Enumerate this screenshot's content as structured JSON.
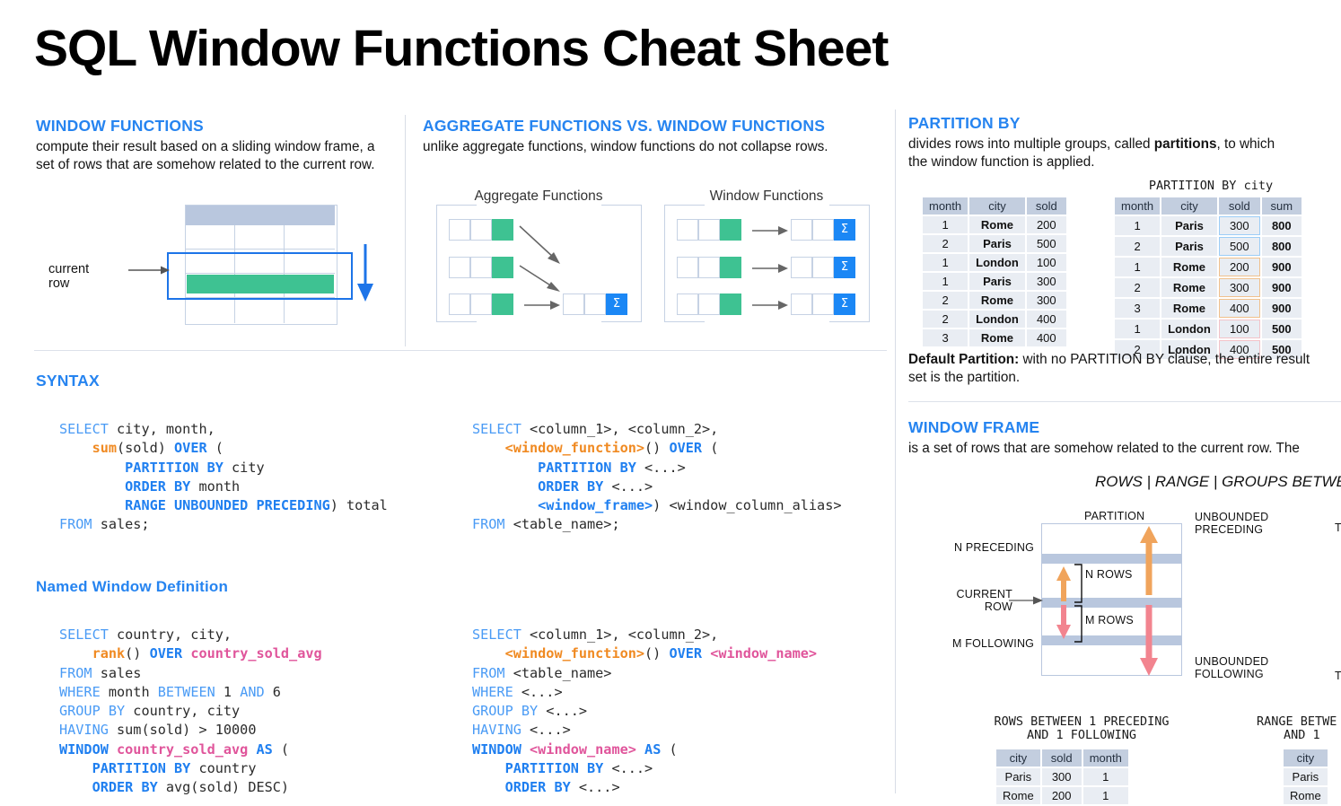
{
  "page": {
    "title": "SQL Window Functions Cheat Sheet"
  },
  "window_functions": {
    "heading": "WINDOW FUNCTIONS",
    "description": "compute their result based on a sliding window frame, a set of rows that are somehow related to the current row.",
    "diagram": {
      "current_row_label": "current row",
      "arrow": "down-arrow"
    }
  },
  "aggregate_vs_window": {
    "heading": "AGGREGATE FUNCTIONS VS. WINDOW FUNCTIONS",
    "description": "unlike aggregate functions, window functions do not collapse rows.",
    "panels": [
      {
        "title": "Aggregate Functions",
        "rows": 3,
        "result_rows": 1,
        "symbol": "Σ"
      },
      {
        "title": "Window Functions",
        "rows": 3,
        "result_rows": 3,
        "symbol": "Σ"
      }
    ]
  },
  "syntax": {
    "heading": "SYNTAX",
    "left_code": [
      [
        {
          "t": "SELECT ",
          "c": "kw"
        },
        {
          "t": "city, month,",
          "c": "pl"
        }
      ],
      [
        {
          "t": "    ",
          "c": "pl"
        },
        {
          "t": "sum",
          "c": "fn"
        },
        {
          "t": "(sold) ",
          "c": "pl"
        },
        {
          "t": "OVER",
          "c": "kwb"
        },
        {
          "t": " (",
          "c": "pl"
        }
      ],
      [
        {
          "t": "        ",
          "c": "pl"
        },
        {
          "t": "PARTITION BY",
          "c": "kwb"
        },
        {
          "t": " city",
          "c": "pl"
        }
      ],
      [
        {
          "t": "        ",
          "c": "pl"
        },
        {
          "t": "ORDER BY",
          "c": "kwb"
        },
        {
          "t": " month",
          "c": "pl"
        }
      ],
      [
        {
          "t": "        ",
          "c": "pl"
        },
        {
          "t": "RANGE UNBOUNDED PRECEDING",
          "c": "kwb"
        },
        {
          "t": ") total",
          "c": "pl"
        }
      ],
      [
        {
          "t": "FROM ",
          "c": "kw"
        },
        {
          "t": "sales;",
          "c": "pl"
        }
      ]
    ],
    "right_code": [
      [
        {
          "t": "SELECT ",
          "c": "kw"
        },
        {
          "t": "<column_1>, <column_2>,",
          "c": "pl"
        }
      ],
      [
        {
          "t": "    ",
          "c": "pl"
        },
        {
          "t": "<window_function>",
          "c": "fn"
        },
        {
          "t": "() ",
          "c": "pl"
        },
        {
          "t": "OVER",
          "c": "kwb"
        },
        {
          "t": " (",
          "c": "pl"
        }
      ],
      [
        {
          "t": "        ",
          "c": "pl"
        },
        {
          "t": "PARTITION BY",
          "c": "kwb"
        },
        {
          "t": " <...>",
          "c": "pl"
        }
      ],
      [
        {
          "t": "        ",
          "c": "pl"
        },
        {
          "t": "ORDER BY",
          "c": "kwb"
        },
        {
          "t": " <...>",
          "c": "pl"
        }
      ],
      [
        {
          "t": "        ",
          "c": "pl"
        },
        {
          "t": "<window_frame>",
          "c": "kwb"
        },
        {
          "t": ") <window_column_alias>",
          "c": "pl"
        }
      ],
      [
        {
          "t": "FROM ",
          "c": "kw"
        },
        {
          "t": "<table_name>;",
          "c": "pl"
        }
      ]
    ]
  },
  "named_window": {
    "heading": "Named Window Definition",
    "left_code": [
      [
        {
          "t": "SELECT ",
          "c": "kw"
        },
        {
          "t": "country, city,",
          "c": "pl"
        }
      ],
      [
        {
          "t": "    ",
          "c": "pl"
        },
        {
          "t": "rank",
          "c": "fn"
        },
        {
          "t": "() ",
          "c": "pl"
        },
        {
          "t": "OVER",
          "c": "kwb"
        },
        {
          "t": " ",
          "c": "pl"
        },
        {
          "t": "country_sold_avg",
          "c": "nm"
        }
      ],
      [
        {
          "t": "FROM ",
          "c": "kw"
        },
        {
          "t": "sales",
          "c": "pl"
        }
      ],
      [
        {
          "t": "WHERE ",
          "c": "kw"
        },
        {
          "t": "month ",
          "c": "pl"
        },
        {
          "t": "BETWEEN",
          "c": "kw"
        },
        {
          "t": " 1 ",
          "c": "pl"
        },
        {
          "t": "AND",
          "c": "kw"
        },
        {
          "t": " 6",
          "c": "pl"
        }
      ],
      [
        {
          "t": "GROUP BY ",
          "c": "kw"
        },
        {
          "t": "country, city",
          "c": "pl"
        }
      ],
      [
        {
          "t": "HAVING ",
          "c": "kw"
        },
        {
          "t": "sum(sold) > 10000",
          "c": "pl"
        }
      ],
      [
        {
          "t": "WINDOW ",
          "c": "kwb"
        },
        {
          "t": "country_sold_avg",
          "c": "nm"
        },
        {
          "t": " ",
          "c": "pl"
        },
        {
          "t": "AS",
          "c": "kwb"
        },
        {
          "t": " (",
          "c": "pl"
        }
      ],
      [
        {
          "t": "    ",
          "c": "pl"
        },
        {
          "t": "PARTITION BY",
          "c": "kwb"
        },
        {
          "t": " country",
          "c": "pl"
        }
      ],
      [
        {
          "t": "    ",
          "c": "pl"
        },
        {
          "t": "ORDER BY",
          "c": "kwb"
        },
        {
          "t": " avg(sold) DESC)",
          "c": "pl"
        }
      ]
    ],
    "right_code": [
      [
        {
          "t": "SELECT ",
          "c": "kw"
        },
        {
          "t": "<column_1>, <column_2>,",
          "c": "pl"
        }
      ],
      [
        {
          "t": "    ",
          "c": "pl"
        },
        {
          "t": "<window_function>",
          "c": "fn"
        },
        {
          "t": "() ",
          "c": "pl"
        },
        {
          "t": "OVER",
          "c": "kwb"
        },
        {
          "t": " ",
          "c": "pl"
        },
        {
          "t": "<window_name>",
          "c": "nm"
        }
      ],
      [
        {
          "t": "FROM ",
          "c": "kw"
        },
        {
          "t": "<table_name>",
          "c": "pl"
        }
      ],
      [
        {
          "t": "WHERE ",
          "c": "kw"
        },
        {
          "t": "<...>",
          "c": "pl"
        }
      ],
      [
        {
          "t": "GROUP BY ",
          "c": "kw"
        },
        {
          "t": "<...>",
          "c": "pl"
        }
      ],
      [
        {
          "t": "HAVING ",
          "c": "kw"
        },
        {
          "t": "<...>",
          "c": "pl"
        }
      ],
      [
        {
          "t": "WINDOW ",
          "c": "kwb"
        },
        {
          "t": "<window_name>",
          "c": "nm"
        },
        {
          "t": " ",
          "c": "pl"
        },
        {
          "t": "AS",
          "c": "kwb"
        },
        {
          "t": " (",
          "c": "pl"
        }
      ],
      [
        {
          "t": "    ",
          "c": "pl"
        },
        {
          "t": "PARTITION BY",
          "c": "kwb"
        },
        {
          "t": " <...>",
          "c": "pl"
        }
      ],
      [
        {
          "t": "    ",
          "c": "pl"
        },
        {
          "t": "ORDER BY",
          "c": "kwb"
        },
        {
          "t": " <...>",
          "c": "pl"
        }
      ]
    ]
  },
  "partition_by": {
    "heading": "PARTITION BY",
    "description_pre": "divides rows into multiple groups, called ",
    "description_bold": "partitions",
    "description_post": ", to which the window function is applied.",
    "right_table_caption": "PARTITION BY city",
    "source_table": {
      "columns": [
        "month",
        "city",
        "sold"
      ],
      "rows": [
        [
          "1",
          "Rome",
          "200"
        ],
        [
          "2",
          "Paris",
          "500"
        ],
        [
          "1",
          "London",
          "100"
        ],
        [
          "1",
          "Paris",
          "300"
        ],
        [
          "2",
          "Rome",
          "300"
        ],
        [
          "2",
          "London",
          "400"
        ],
        [
          "3",
          "Rome",
          "400"
        ]
      ]
    },
    "result_table": {
      "columns": [
        "month",
        "city",
        "sold",
        "sum"
      ],
      "rows": [
        [
          "1",
          "Paris",
          "300",
          "800"
        ],
        [
          "2",
          "Paris",
          "500",
          "800"
        ],
        [
          "1",
          "Rome",
          "200",
          "900"
        ],
        [
          "2",
          "Rome",
          "300",
          "900"
        ],
        [
          "3",
          "Rome",
          "400",
          "900"
        ],
        [
          "1",
          "London",
          "100",
          "500"
        ],
        [
          "2",
          "London",
          "400",
          "500"
        ]
      ]
    },
    "default_partition_label": "Default Partition:",
    "default_partition_text": " with no PARTITION BY clause, the entire result set is the partition."
  },
  "window_frame": {
    "heading": "WINDOW FRAME",
    "description": "is a set of rows that are somehow related to the current row. The",
    "formula": "ROWS | RANGE | GROUPS BETWEEN",
    "diagram_labels": {
      "partition": "PARTITION",
      "n_preceding": "N PRECEDING",
      "current_row": "CURRENT\nROW",
      "m_following": "M FOLLOWING",
      "n_rows": "N ROWS",
      "m_rows": "M ROWS",
      "unbounded_preceding": "UNBOUNDED\nPRECEDING",
      "unbounded_following": "UNBOUNDED\nFOLLOWING",
      "right_t_top": "T",
      "right_t_bottom": "T"
    },
    "rows_example": {
      "caption_line1": "ROWS BETWEEN 1 PRECEDING",
      "caption_line2": "AND 1 FOLLOWING",
      "columns": [
        "city",
        "sold",
        "month"
      ],
      "rows": [
        [
          "Paris",
          "300",
          "1"
        ],
        [
          "Rome",
          "200",
          "1"
        ]
      ]
    },
    "range_example": {
      "caption_line1": "RANGE BETWE",
      "caption_line2": "AND 1",
      "columns": [
        "city"
      ],
      "rows": [
        [
          "Paris"
        ],
        [
          "Rome"
        ]
      ]
    }
  },
  "colors": {
    "accent": "#2684f0",
    "keyword": "#1f7ff0",
    "function": "#f08a22",
    "window_name": "#e0559b",
    "green": "#3ec292",
    "rome": "#f5b168",
    "paris": "#1b87f5",
    "london": "#ef9aa5",
    "header_blue": "#c3cedf"
  }
}
